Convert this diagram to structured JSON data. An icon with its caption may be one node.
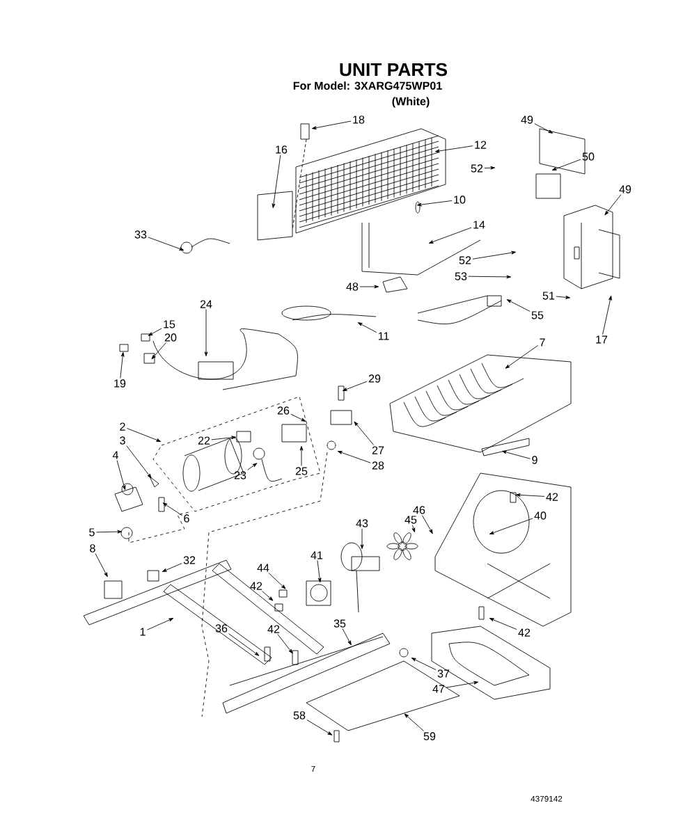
{
  "diagram": {
    "title": "UNIT PARTS",
    "nodes": [
      {
        "text": [
          "18"
        ]
      },
      {
        "text": [
          "16"
        ]
      },
      {
        "text": [
          "12"
        ]
      },
      {
        "text": [
          "49"
        ]
      },
      {
        "text": [
          "52"
        ]
      },
      {
        "text": [
          "50"
        ]
      },
      {
        "text": [
          "10"
        ]
      },
      {
        "text": [
          "14"
        ]
      },
      {
        "text": [
          "49"
        ]
      },
      {
        "text": [
          "33"
        ]
      },
      {
        "text": [
          "52"
        ]
      },
      {
        "text": [
          "53"
        ]
      },
      {
        "text": [
          "48"
        ]
      },
      {
        "text": [
          "51"
        ]
      },
      {
        "text": [
          "55"
        ]
      },
      {
        "text": [
          "17"
        ]
      },
      {
        "text": [
          "24"
        ]
      },
      {
        "text": [
          "15"
        ]
      },
      {
        "text": [
          "20"
        ]
      },
      {
        "text": [
          "11"
        ]
      },
      {
        "text": [
          "19"
        ]
      },
      {
        "text": [
          "29"
        ]
      },
      {
        "text": [
          "7"
        ]
      },
      {
        "text": [
          "26"
        ]
      },
      {
        "text": [
          "2"
        ]
      },
      {
        "text": [
          "22"
        ]
      },
      {
        "text": [
          "3"
        ]
      },
      {
        "text": [
          "25"
        ]
      },
      {
        "text": [
          "27"
        ]
      },
      {
        "text": [
          "28"
        ]
      },
      {
        "text": [
          "4"
        ]
      },
      {
        "text": [
          "23"
        ]
      },
      {
        "text": [
          "9"
        ]
      },
      {
        "text": [
          "6"
        ]
      },
      {
        "text": [
          "42"
        ]
      },
      {
        "text": [
          "40"
        ]
      },
      {
        "text": [
          "46"
        ]
      },
      {
        "text": [
          "45"
        ]
      },
      {
        "text": [
          "43"
        ]
      },
      {
        "text": [
          "5"
        ]
      },
      {
        "text": [
          "8"
        ]
      },
      {
        "text": [
          "32"
        ]
      },
      {
        "text": [
          "44"
        ]
      },
      {
        "text": [
          "41"
        ]
      },
      {
        "text": [
          "42"
        ]
      },
      {
        "text": [
          "1"
        ]
      },
      {
        "text": [
          "36"
        ]
      },
      {
        "text": [
          "42"
        ]
      },
      {
        "text": [
          "35"
        ]
      },
      {
        "text": [
          "42"
        ]
      },
      {
        "text": [
          "37"
        ]
      },
      {
        "text": [
          "47"
        ]
      },
      {
        "text": [
          "58"
        ]
      },
      {
        "text": [
          "59"
        ]
      }
    ],
    "edges": [
      {
        "from": 0,
        "to": null,
        "arrow": "to"
      },
      {
        "from": 1,
        "to": null,
        "arrow": "to"
      },
      {
        "from": 2,
        "to": null,
        "arrow": "to"
      },
      {
        "from": 3,
        "to": null,
        "arrow": "to"
      },
      {
        "from": 4,
        "to": null,
        "arrow": "to"
      },
      {
        "from": 5,
        "to": null,
        "arrow": "to"
      },
      {
        "from": 6,
        "to": null,
        "arrow": "to"
      },
      {
        "from": 7,
        "to": null,
        "arrow": "to"
      },
      {
        "from": 8,
        "to": null,
        "arrow": "to"
      },
      {
        "from": 9,
        "to": null,
        "arrow": "to"
      },
      {
        "from": 10,
        "to": null,
        "arrow": "to"
      },
      {
        "from": 11,
        "to": null,
        "arrow": "to"
      },
      {
        "from": 12,
        "to": null,
        "arrow": "to"
      },
      {
        "from": 13,
        "to": null,
        "arrow": "to"
      },
      {
        "from": 14,
        "to": null,
        "arrow": "to"
      },
      {
        "from": 15,
        "to": null,
        "arrow": "to"
      },
      {
        "from": 16,
        "to": null,
        "arrow": "to"
      },
      {
        "from": 17,
        "to": null,
        "arrow": "to"
      },
      {
        "from": 18,
        "to": null,
        "arrow": "to"
      },
      {
        "from": 19,
        "to": null,
        "arrow": "to"
      },
      {
        "from": 20,
        "to": null,
        "arrow": "to"
      },
      {
        "from": 21,
        "to": null,
        "arrow": "to"
      },
      {
        "from": 22,
        "to": null,
        "arrow": "to"
      },
      {
        "from": 23,
        "to": null,
        "arrow": "to"
      },
      {
        "from": 24,
        "to": null,
        "arrow": "to"
      },
      {
        "from": 25,
        "to": null,
        "arrow": "to"
      },
      {
        "from": 26,
        "to": null,
        "arrow": "to"
      },
      {
        "from": 27,
        "to": null,
        "arrow": "to"
      },
      {
        "from": 28,
        "to": null,
        "arrow": "to"
      },
      {
        "from": 29,
        "to": null,
        "arrow": "to"
      },
      {
        "from": 30,
        "to": null,
        "arrow": "to"
      },
      {
        "from": 31,
        "to": null,
        "arrow": "to"
      },
      {
        "from": 32,
        "to": null,
        "arrow": "to"
      },
      {
        "from": 33,
        "to": null,
        "arrow": "to"
      },
      {
        "from": 34,
        "to": null,
        "arrow": "to"
      },
      {
        "from": 35,
        "to": null,
        "arrow": "to"
      },
      {
        "from": 36,
        "to": null,
        "arrow": "to"
      },
      {
        "from": 37,
        "to": null,
        "arrow": "to"
      },
      {
        "from": 38,
        "to": null,
        "arrow": "to"
      },
      {
        "from": 39,
        "to": null,
        "arrow": "to"
      },
      {
        "from": 40,
        "to": null,
        "arrow": "to"
      },
      {
        "from": 41,
        "to": null,
        "arrow": "to"
      },
      {
        "from": 42,
        "to": null,
        "arrow": "to"
      },
      {
        "from": 43,
        "to": null,
        "arrow": "to"
      },
      {
        "from": 44,
        "to": null,
        "arrow": "to"
      },
      {
        "from": 45,
        "to": null,
        "arrow": "to"
      },
      {
        "from": 46,
        "to": null,
        "arrow": "to"
      },
      {
        "from": 47,
        "to": null,
        "arrow": "to"
      },
      {
        "from": 48,
        "to": null,
        "arrow": "to"
      },
      {
        "from": 49,
        "to": null,
        "arrow": "to"
      },
      {
        "from": 50,
        "to": null,
        "arrow": "to"
      },
      {
        "from": 51,
        "to": null,
        "arrow": "to"
      },
      {
        "from": 52,
        "to": null,
        "arrow": "to"
      },
      {
        "from": 53,
        "to": null,
        "arrow": "to"
      }
    ],
    "labels": [
      "For Model: 3XARG475WP01",
      "(White)",
      "7",
      "4379142"
    ]
  }
}
